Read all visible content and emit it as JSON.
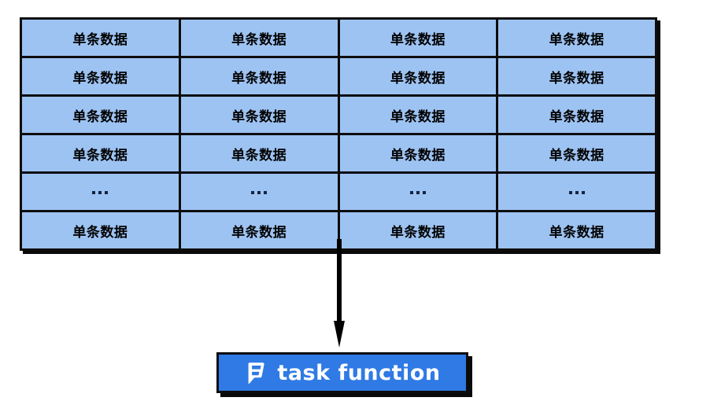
{
  "diagram": {
    "table": {
      "name": "data-records-table",
      "rows": 6,
      "columns": 4,
      "cell_label": "单条数据",
      "ellipsis_label": "...",
      "cells": [
        [
          "单条数据",
          "单条数据",
          "单条数据",
          "单条数据"
        ],
        [
          "单条数据",
          "单条数据",
          "单条数据",
          "单条数据"
        ],
        [
          "单条数据",
          "单条数据",
          "单条数据",
          "单条数据"
        ],
        [
          "单条数据",
          "单条数据",
          "单条数据",
          "单条数据"
        ],
        [
          "...",
          "...",
          "...",
          "..."
        ],
        [
          "单条数据",
          "单条数据",
          "单条数据",
          "单条数据"
        ]
      ],
      "cell_fill_color": "#9dc3f2",
      "border_color": "#0d0d0d",
      "shadow_color": "#0a0a0a"
    },
    "arrow": {
      "name": "down-arrow",
      "direction": "down",
      "color": "#000000"
    },
    "button": {
      "name": "task-function-button",
      "label": "task function",
      "icon": "foursquare-flag-icon",
      "fill_color": "#2f7ae5",
      "text_color": "#ffffff",
      "border_color": "#0d0d0d",
      "shadow_color": "#0a0a0a"
    }
  }
}
